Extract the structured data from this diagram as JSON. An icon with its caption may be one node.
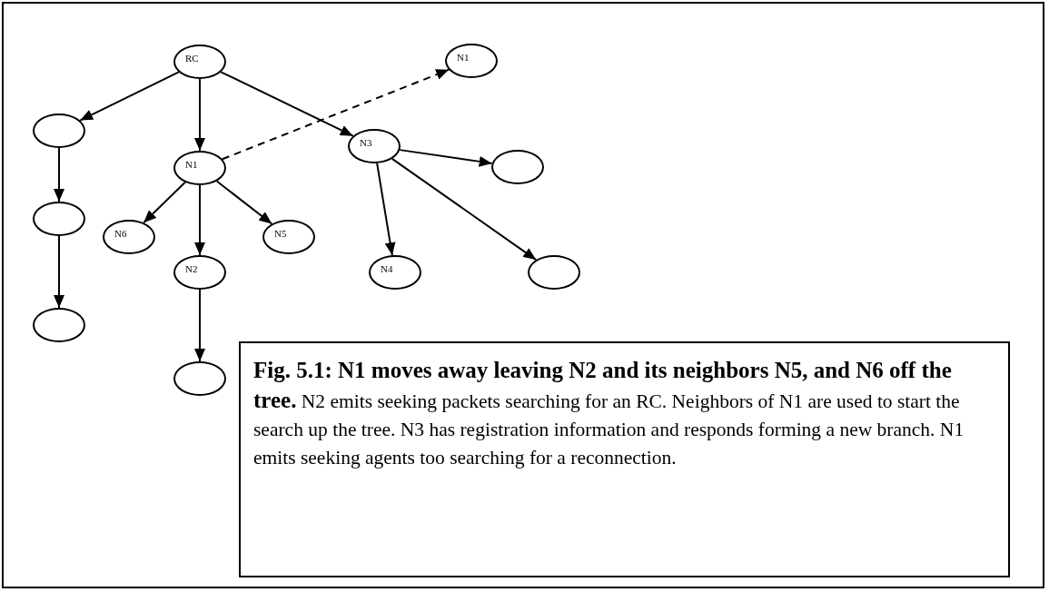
{
  "diagram": {
    "caption": "**Fig. 5.1: N1 moves away leaving N2 and its neighbors N5, and N6 off the tree.**  N2 emits seeking packets searching for an RC. Neighbors of N1 are used to start the search up the tree. N3 has registration information and responds forming a new branch. N1 emits seeking agents too searching for a reconnection.",
    "nodes": [
      {
        "text": [
          "RC"
        ]
      },
      {
        "text": [
          "N1"
        ]
      },
      {
        "text": [],
        "shape": "ellipse"
      },
      {
        "text": [
          "N1"
        ]
      },
      {
        "text": [
          "N3"
        ]
      },
      {
        "text": [],
        "shape": "ellipse"
      },
      {
        "text": [],
        "shape": "ellipse"
      },
      {
        "text": [
          "N6"
        ]
      },
      {
        "text": [
          "N5"
        ]
      },
      {
        "text": [
          "N2"
        ]
      },
      {
        "text": [
          "N4"
        ]
      },
      {
        "text": [],
        "shape": "ellipse"
      },
      {
        "text": [],
        "shape": "ellipse"
      },
      {
        "text": [],
        "shape": "ellipse"
      }
    ],
    "edges": [
      {
        "from": 0,
        "to": 2,
        "arrow": "to"
      },
      {
        "from": 0,
        "to": 3,
        "arrow": "to"
      },
      {
        "from": 0,
        "to": 4,
        "arrow": "to"
      },
      {
        "from": 3,
        "to": 1,
        "arrow": "to",
        "style": "dashed"
      },
      {
        "from": 2,
        "to": 6,
        "arrow": "to"
      },
      {
        "from": 6,
        "to": 12,
        "arrow": "to"
      },
      {
        "from": 3,
        "to": 7,
        "arrow": "to"
      },
      {
        "from": 3,
        "to": 9,
        "arrow": "to"
      },
      {
        "from": 3,
        "to": 8,
        "arrow": "to"
      },
      {
        "from": 9,
        "to": 13,
        "arrow": "to"
      },
      {
        "from": 4,
        "to": 5,
        "arrow": "to"
      },
      {
        "from": 4,
        "to": 10,
        "arrow": "to"
      },
      {
        "from": 4,
        "to": 11,
        "arrow": "to"
      }
    ]
  }
}
